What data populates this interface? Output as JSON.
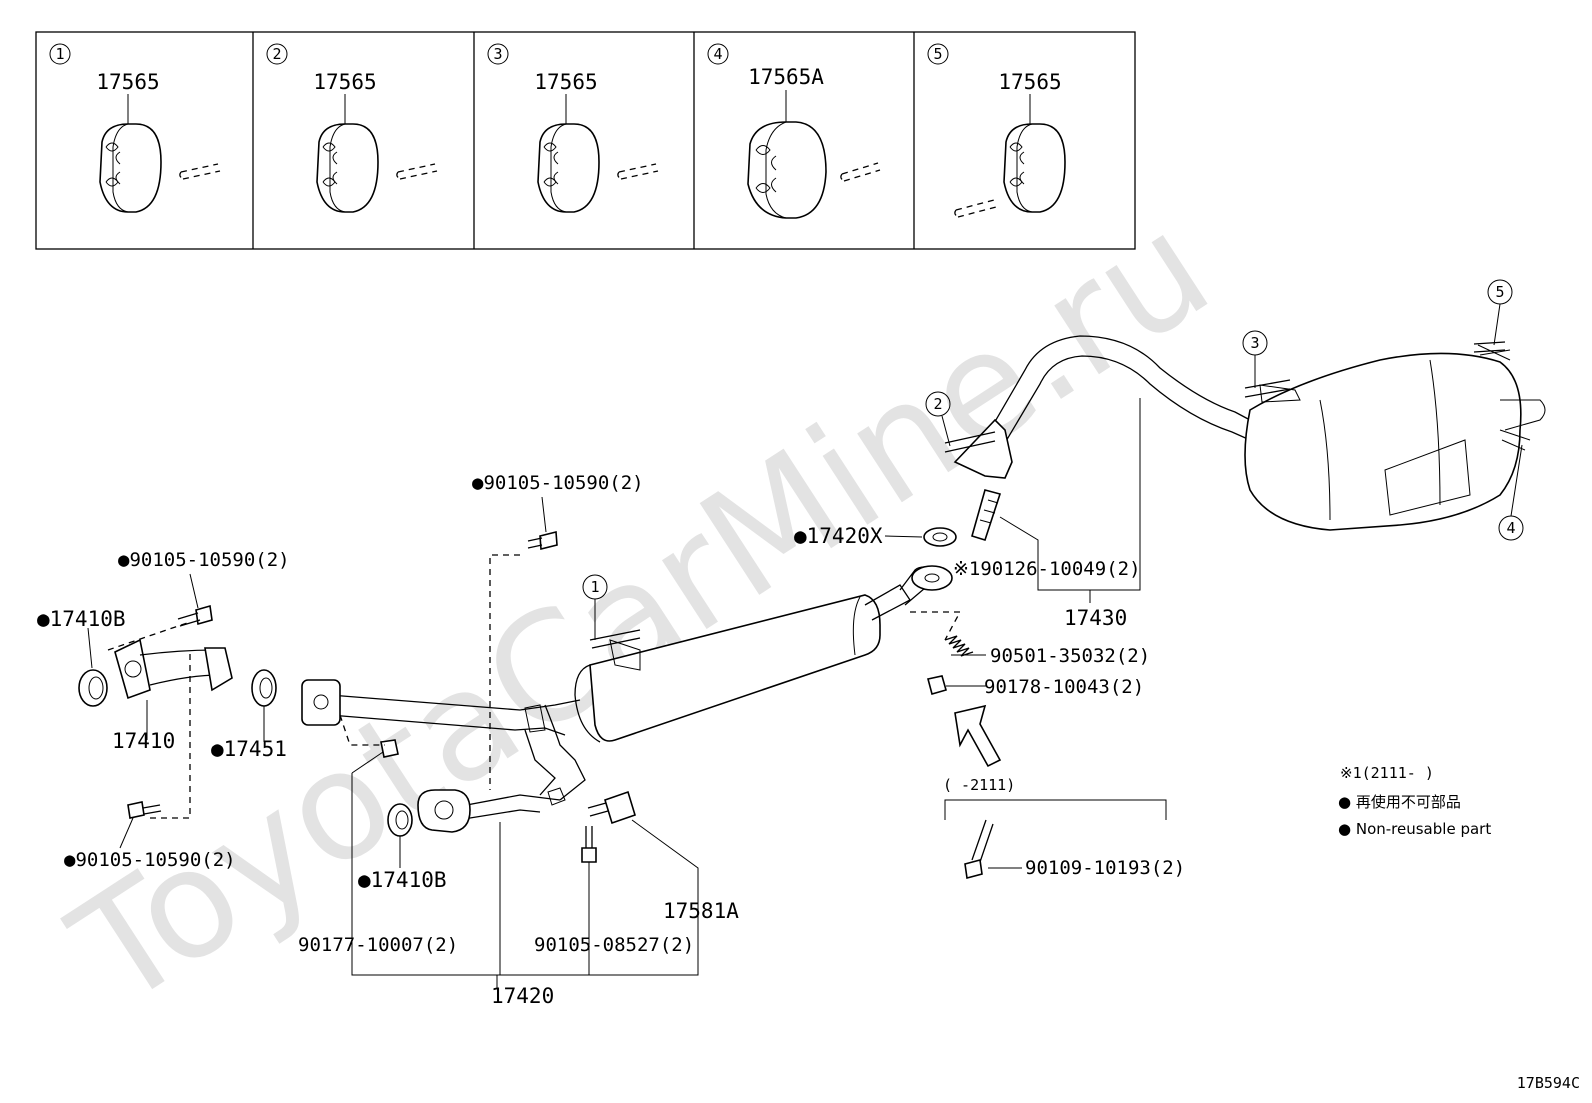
{
  "watermark": "ToyotaCarMine.ru",
  "insets": [
    {
      "index": "1",
      "part": "17565"
    },
    {
      "index": "2",
      "part": "17565"
    },
    {
      "index": "3",
      "part": "17565"
    },
    {
      "index": "4",
      "part": "17565A"
    },
    {
      "index": "5",
      "part": "17565"
    }
  ],
  "callouts": {
    "c1": "1",
    "c2": "2",
    "c3": "3",
    "c4": "4",
    "c5": "5"
  },
  "labels": {
    "bolt_top_center": "●90105-10590(2)",
    "bolt_left_top": "●90105-10590(2)",
    "gasket_17410B_left": "●17410B",
    "pipe_17410": "17410",
    "gasket_17451": "●17451",
    "bolt_left_bottom": "●90105-10590(2)",
    "gasket_17410B_lower": "●17410B",
    "nut_90177": "90177-10007(2)",
    "bolt_90105_08527": "90105-08527(2)",
    "mount_17581A": "17581A",
    "pipe_17420": "17420",
    "gasket_17420X": "●17420X",
    "stud_190126": "※190126-10049(2)",
    "muffler_17430": "17430",
    "spring_90501": "90501-35032(2)",
    "nut_90178": "90178-10043(2)",
    "range_bracket": "(      -2111)",
    "bolt_90109": "90109-10193(2)"
  },
  "legend": {
    "note1": "※1(2111-      )",
    "note2": "● 再使用不可部品",
    "note3": "● Non-reusable part"
  },
  "figure_code": "17B594C"
}
